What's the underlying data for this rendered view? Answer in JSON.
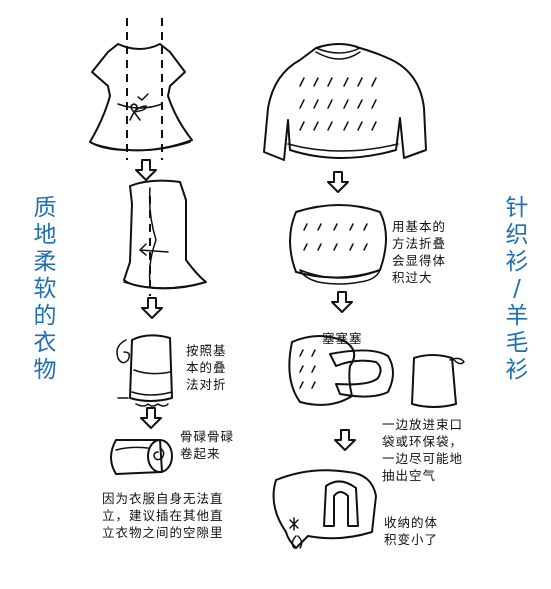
{
  "left_title": [
    "质",
    "地",
    "柔",
    "软",
    "的",
    "衣",
    "物"
  ],
  "right_title": [
    "针",
    "织",
    "衫",
    "/",
    "羊",
    "毛",
    "衫"
  ],
  "notes": {
    "fold_basic": [
      "按照基",
      "本的叠",
      "法对折"
    ],
    "roll_up": [
      "骨碌骨碌",
      "卷起来"
    ],
    "stand_upright": [
      "因为衣服自身无法直",
      "立，建议插在其他直",
      "立衣物之间的空隙里"
    ],
    "bulky_warning": [
      "用基本的",
      "方法折叠",
      "会显得体",
      "积过大"
    ],
    "stuff": [
      "塞塞塞"
    ],
    "bag": [
      "一边放进束口",
      "袋或环保袋，",
      "一边尽可能地",
      "抽出空气"
    ],
    "smaller": [
      "收纳的体",
      "积变小了"
    ]
  }
}
